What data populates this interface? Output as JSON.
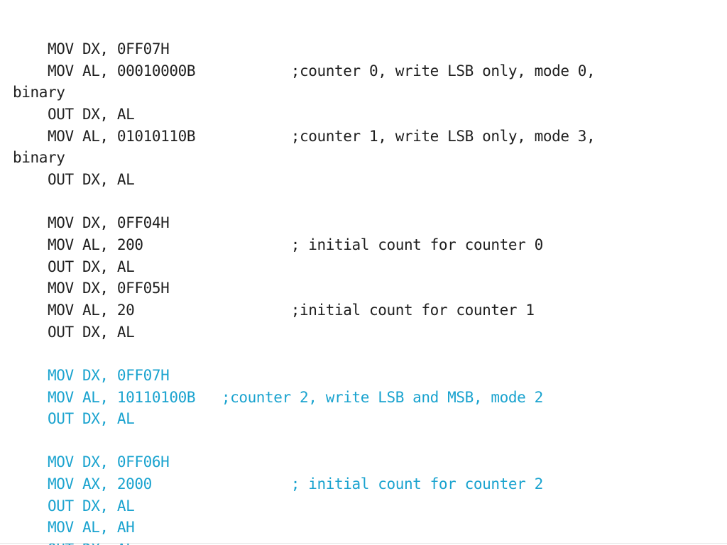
{
  "colors": {
    "text_default": "#1f1f1f",
    "text_highlight": "#1aa3cf",
    "background": "#ffffff"
  },
  "code_lines": [
    "    MOV DX, 0FF07H",
    "    MOV AL, 00010000B           ;counter 0, write LSB only, mode 0,",
    "binary",
    "    OUT DX, AL",
    "    MOV AL, 01010110B           ;counter 1, write LSB only, mode 3,",
    "binary",
    "    OUT DX, AL",
    "",
    "    MOV DX, 0FF04H",
    "    MOV AL, 200                 ; initial count for counter 0",
    "    OUT DX, AL",
    "    MOV DX, 0FF05H",
    "    MOV AL, 20                  ;initial count for counter 1",
    "    OUT DX, AL",
    "",
    "    MOV DX, 0FF07H",
    "    MOV AL, 10110100B   ;counter 2, write LSB and MSB, mode 2",
    "    OUT DX, AL",
    "",
    "    MOV DX, 0FF06H",
    "    MOV AX, 2000                ; initial count for counter 2",
    "    OUT DX, AL",
    "    MOV AL, AH",
    "    OUT DX, AL"
  ]
}
